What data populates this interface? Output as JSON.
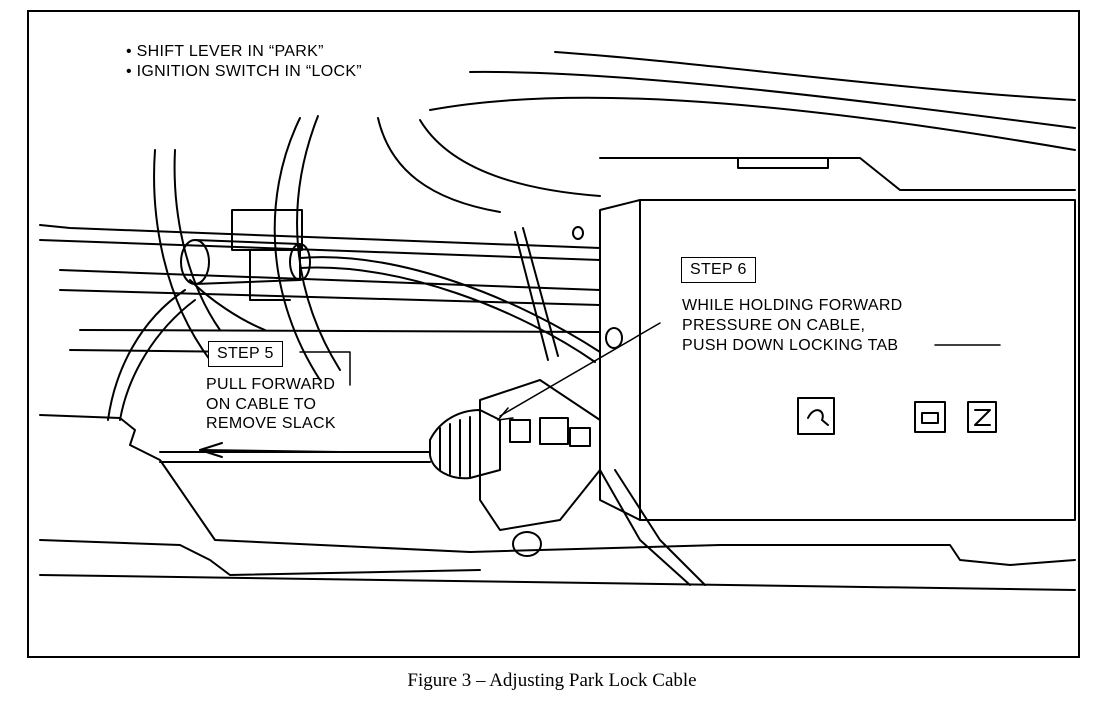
{
  "conditions": [
    "• SHIFT LEVER IN “PARK”",
    "• IGNITION SWITCH IN “LOCK”"
  ],
  "step5": {
    "title": "STEP 5",
    "lines": [
      "PULL FORWARD",
      "ON CABLE TO",
      "REMOVE SLACK"
    ]
  },
  "step6": {
    "title": "STEP 6",
    "lines": [
      "WHILE HOLDING FORWARD",
      "PRESSURE ON CABLE,",
      "PUSH DOWN LOCKING TAB"
    ]
  },
  "caption": "Figure 3 – Adjusting Park Lock Cable"
}
